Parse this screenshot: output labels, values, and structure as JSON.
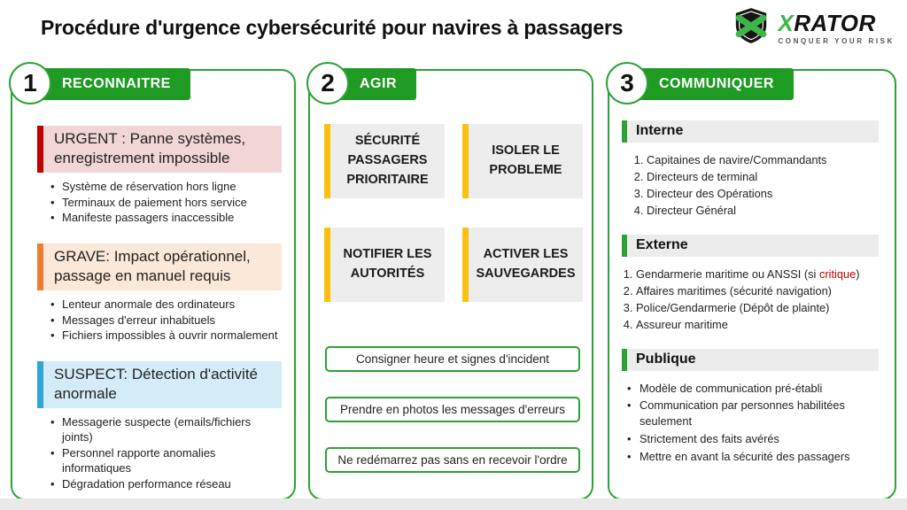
{
  "page": {
    "title": "Procédure d'urgence cybersécurité pour navires à passagers"
  },
  "logo": {
    "brand_x": "X",
    "brand_rest": "RATOR",
    "tagline": "CONQUER YOUR RISK"
  },
  "colors": {
    "green": "#1f9b24",
    "card_border_green": "#2da137",
    "logo_green": "#3db54a",
    "urgent_bar": "#c00000",
    "urgent_bg": "#f2d5d5",
    "grave_bar": "#ed7d31",
    "grave_bg": "#fbe8d8",
    "suspect_bar": "#2ea6d9",
    "suspect_bg": "#d4ecf8",
    "action_bar": "#fdc010",
    "action_bg": "#ededed",
    "highlight_red": "#c00000"
  },
  "columns": {
    "reconnaitre": {
      "number": "1",
      "label": "RECONNAITRE",
      "urgent": {
        "title": "URGENT : Panne systèmes, enregistrement impossible",
        "bullets": [
          "Système de réservation hors ligne",
          "Terminaux de paiement hors service",
          "Manifeste passagers inaccessible"
        ]
      },
      "grave": {
        "title": "GRAVE:  Impact opérationnel, passage en manuel requis",
        "bullets": [
          "Lenteur anormale des ordinateurs",
          "Messages d'erreur inhabituels",
          "Fichiers impossibles à ouvrir normalement"
        ]
      },
      "suspect": {
        "title": "SUSPECT: Détection d'activité anormale",
        "bullets": [
          "Messagerie suspecte (emails/fichiers joints)",
          "Personnel rapporte anomalies informatiques",
          "Dégradation performance réseau"
        ]
      }
    },
    "agir": {
      "number": "2",
      "label": "AGIR",
      "actions": [
        "SÉCURITÉ PASSAGERS PRIORITAIRE",
        "ISOLER LE PROBLEME",
        "NOTIFIER LES AUTORITÉS",
        "ACTIVER LES SAUVEGARDES"
      ],
      "notes": [
        "Consigner heure et signes d'incident",
        "Prendre en photos les messages d'erreurs",
        "Ne redémarrez pas sans en recevoir l'ordre"
      ]
    },
    "communiquer": {
      "number": "3",
      "label": "COMMUNIQUER",
      "interne": {
        "label": "Interne",
        "items": [
          "Capitaines de navire/Commandants",
          "Directeurs de terminal",
          "Directeur des Opérations",
          "Directeur Général"
        ]
      },
      "externe": {
        "label": "Externe",
        "item1_pre": "Gendarmerie maritime ou ANSSI (si ",
        "item1_highlight": "critique",
        "item1_post": ")",
        "items_rest": [
          "Affaires maritimes  (sécurité navigation)",
          "Police/Gendarmerie (Dépôt de plainte)",
          "Assureur maritime"
        ]
      },
      "publique": {
        "label": "Publique",
        "bullets": [
          "Modèle de communication pré-établi",
          "Communication par personnes habilitées seulement",
          "Strictement des faits avérés",
          "Mettre en avant la sécurité des passagers"
        ]
      }
    }
  }
}
